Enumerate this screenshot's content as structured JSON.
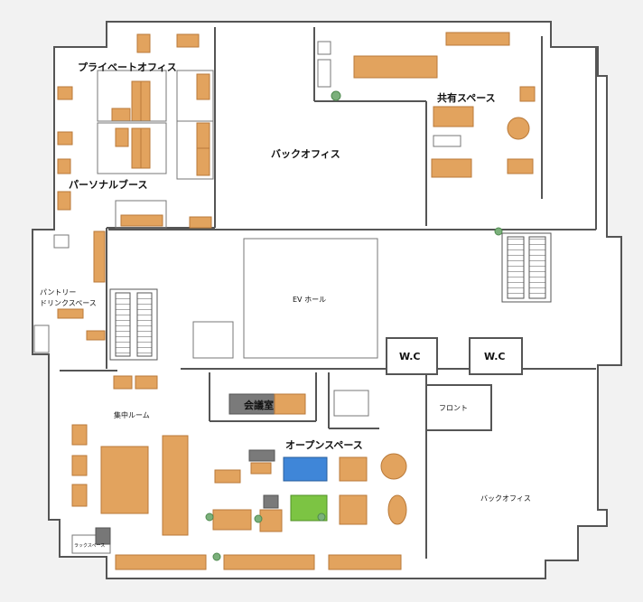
{
  "floor_plan": {
    "rooms": {
      "private_office": "プライベートオフィス",
      "personal_booth": "パーソナルブース",
      "back_office_top": "バックオフィス",
      "shared_space": "共有スペース",
      "pantry": "パントリー\nドリンクスペース",
      "ev_hall": "EV ホール",
      "wc_left": "W.C",
      "wc_right": "W.C",
      "front": "フロント",
      "focus_room": "集中ルーム",
      "meeting_room": "会議室",
      "open_space": "オープンスペース",
      "back_office_bottom": "バックオフィス",
      "rack_space": "ラックスペース"
    },
    "colors": {
      "wall": "#555555",
      "floor": "#ffffff",
      "outside": "#f2f2f2",
      "desk_wood": "#e2a35e",
      "desk_edge": "#b97a3a",
      "meeting_table_dark": "#7a7a7a",
      "blue_table": "#3f86d8",
      "green_table": "#7cc443",
      "plant": "#7bb07b"
    }
  }
}
